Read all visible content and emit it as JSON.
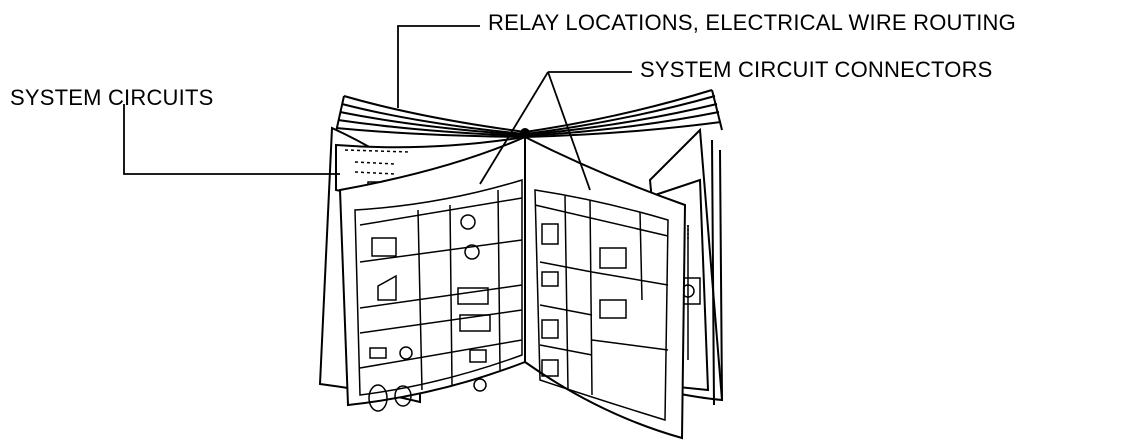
{
  "labels": {
    "relay_locations": "RELAY LOCATIONS, ELECTRICAL WIRE ROUTING",
    "system_circuit_connectors": "SYSTEM CIRCUIT CONNECTORS",
    "system_circuits": "SYSTEM CIRCUITS"
  },
  "colors": {
    "ink": "#000000",
    "paper": "#ffffff"
  }
}
